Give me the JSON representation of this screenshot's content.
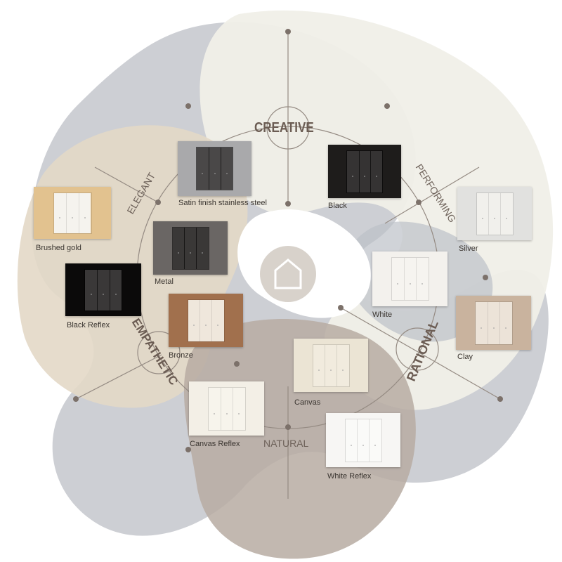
{
  "center_icon": "house-icon",
  "categories": {
    "creative": "CREATIVE",
    "performing": "PERFORMING",
    "rational": "RATIONAL",
    "natural": "NATURAL",
    "empathetic": "EMPATHETIC",
    "elegant": "ELEGANT"
  },
  "finishes": [
    {
      "label": "Satin finish stainless steel",
      "plate": "#a9a9ab",
      "rocker": "#4a4848"
    },
    {
      "label": "Black",
      "plate": "#1e1c1b",
      "rocker": "#353333"
    },
    {
      "label": "Silver",
      "plate": "#e1e1df",
      "rocker": "#f1f0ec"
    },
    {
      "label": "Brushed gold",
      "plate": "#e2c28f",
      "rocker": "#f5f3ee"
    },
    {
      "label": "Metal",
      "plate": "#6a6664",
      "rocker": "#3a3837"
    },
    {
      "label": "White",
      "plate": "#f3f1ed",
      "rocker": "#f6f4f0"
    },
    {
      "label": "Black Reflex",
      "plate": "#0b0a0a",
      "rocker": "#3a3838"
    },
    {
      "label": "Bronze",
      "plate": "#a1704d",
      "rocker": "#efe7dc"
    },
    {
      "label": "Clay",
      "plate": "#c9b39e",
      "rocker": "#ece3d8"
    },
    {
      "label": "Canvas",
      "plate": "#ebe4d4",
      "rocker": "#f1ebde"
    },
    {
      "label": "Canvas Reflex",
      "plate": "#f3efe6",
      "rocker": "#f7f4ec"
    },
    {
      "label": "White Reflex",
      "plate": "#f7f6f4",
      "rocker": "#fafaf8"
    }
  ]
}
